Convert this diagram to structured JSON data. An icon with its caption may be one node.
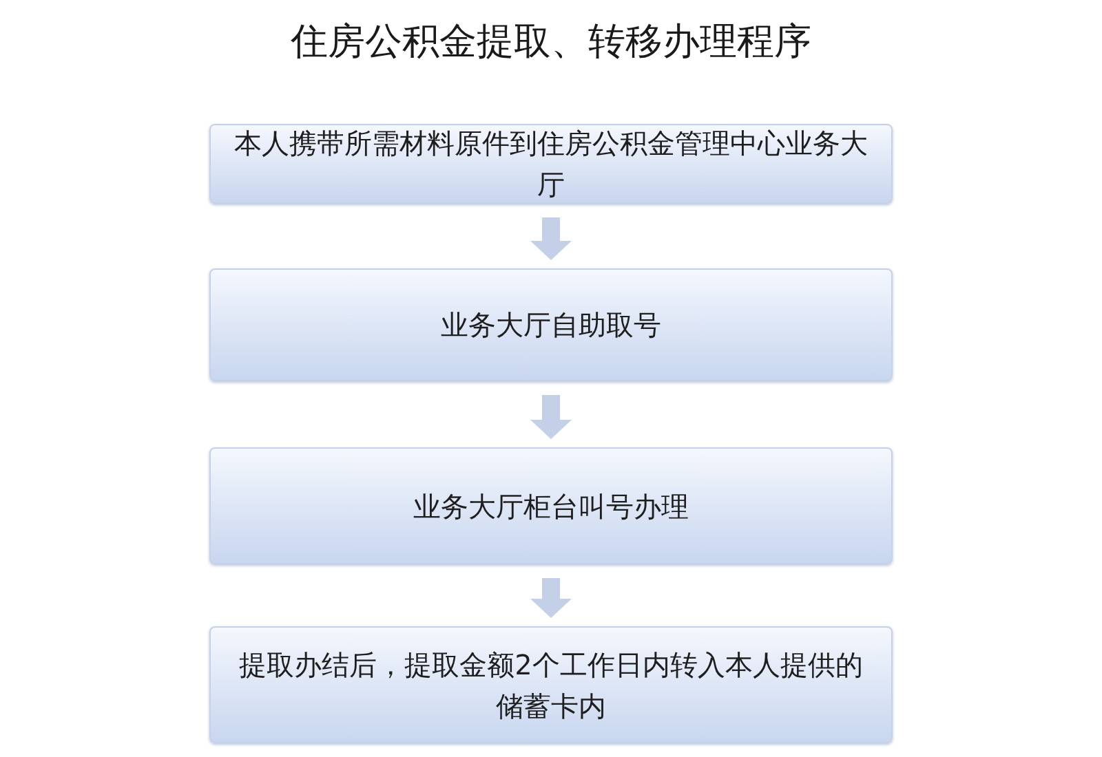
{
  "diagram": {
    "title": "住房公积金提取、转移办理程序",
    "nodes": [
      {
        "text": [
          "本人携带所需材料原件到住房公积金管理中心业务大厅"
        ]
      },
      {
        "text": [
          "业务大厅自助取号"
        ]
      },
      {
        "text": [
          "业务大厅柜台叫号办理"
        ]
      },
      {
        "text": [
          "提取办结后，提取金额2个工作日内转入本人提供的储蓄卡内"
        ]
      }
    ],
    "edges": [
      {
        "from": 0,
        "to": 1,
        "arrow": "to"
      },
      {
        "from": 1,
        "to": 2,
        "arrow": "to"
      },
      {
        "from": 2,
        "to": 3,
        "arrow": "to"
      }
    ]
  }
}
